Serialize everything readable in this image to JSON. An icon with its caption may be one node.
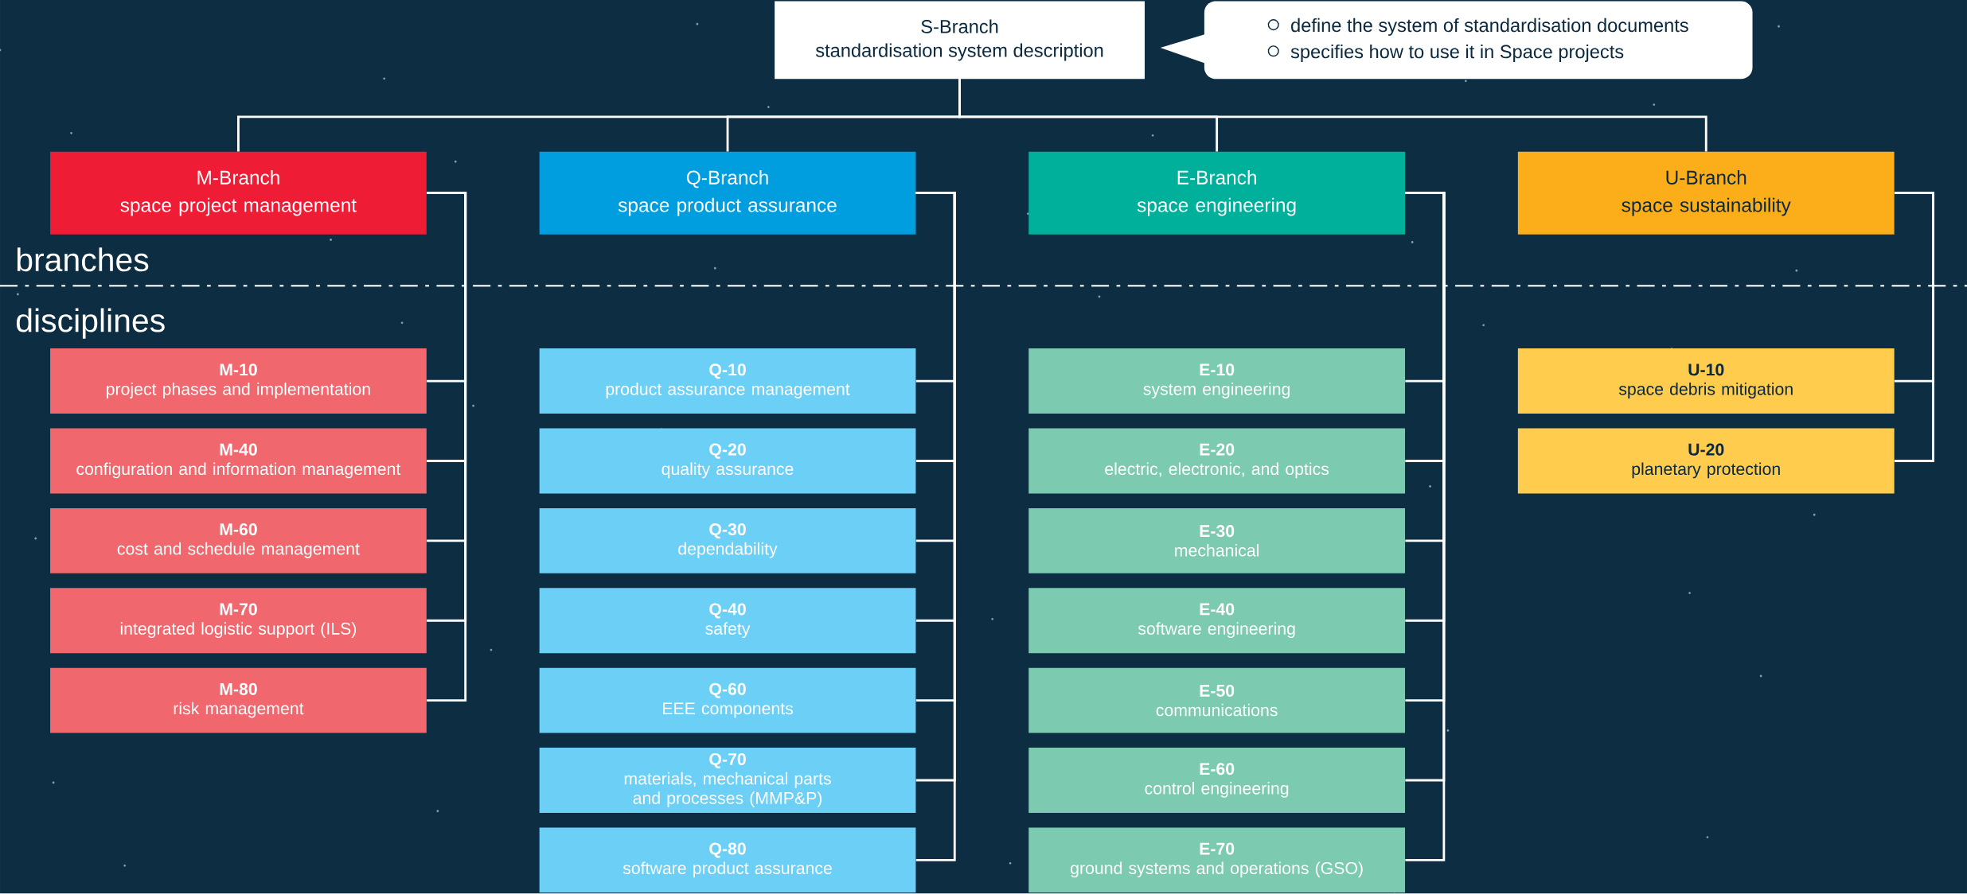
{
  "diagram": {
    "nodes": [
      {
        "text": [
          "S-Branch",
          "standardisation system description"
        ]
      },
      {
        "text": [
          "define the system of standardisation documents",
          "specifies how to use it in Space projects"
        ]
      },
      {
        "text": [
          "M-Branch",
          "space project management"
        ]
      },
      {
        "text": [
          "Q-Branch",
          "space product assurance"
        ]
      },
      {
        "text": [
          "E-Branch",
          "space engineering"
        ]
      },
      {
        "text": [
          "U-Branch",
          "space sustainability"
        ]
      },
      {
        "text": [
          "M-10",
          "project phases and implementation"
        ]
      },
      {
        "text": [
          "M-40",
          "configuration and information management"
        ]
      },
      {
        "text": [
          "M-60",
          "cost and schedule management"
        ]
      },
      {
        "text": [
          "M-70",
          "integrated logistic support (ILS)"
        ]
      },
      {
        "text": [
          "M-80",
          "risk management"
        ]
      },
      {
        "text": [
          "Q-10",
          "product assurance management"
        ]
      },
      {
        "text": [
          "Q-20",
          "quality assurance"
        ]
      },
      {
        "text": [
          "Q-30",
          "dependability"
        ]
      },
      {
        "text": [
          "Q-40",
          "safety"
        ]
      },
      {
        "text": [
          "Q-60",
          "EEE components"
        ]
      },
      {
        "text": [
          "Q-70",
          "materials, mechanical parts and processes (MMP&P)"
        ]
      },
      {
        "text": [
          "Q-80",
          "software product assurance"
        ]
      },
      {
        "text": [
          "E-10",
          "system engineering"
        ]
      },
      {
        "text": [
          "E-20",
          "electric, electronic, and optics"
        ]
      },
      {
        "text": [
          "E-30",
          "mechanical"
        ]
      },
      {
        "text": [
          "E-40",
          "software engineering"
        ]
      },
      {
        "text": [
          "E-50",
          "communications"
        ]
      },
      {
        "text": [
          "E-60",
          "control engineering"
        ]
      },
      {
        "text": [
          "E-70",
          "ground systems and operations (GSO)"
        ]
      },
      {
        "text": [
          "U-10",
          "space debris mitigation"
        ]
      },
      {
        "text": [
          "U-20",
          "planetary protection"
        ]
      }
    ],
    "edges": [
      {
        "from": 0,
        "to": 2,
        "arrow": "none"
      },
      {
        "from": 0,
        "to": 3,
        "arrow": "none"
      },
      {
        "from": 0,
        "to": 4,
        "arrow": "none"
      },
      {
        "from": 0,
        "to": 5,
        "arrow": "none"
      },
      {
        "from": 2,
        "to": 6,
        "arrow": "none"
      },
      {
        "from": 2,
        "to": 7,
        "arrow": "none"
      },
      {
        "from": 2,
        "to": 8,
        "arrow": "none"
      },
      {
        "from": 2,
        "to": 9,
        "arrow": "none"
      },
      {
        "from": 2,
        "to": 10,
        "arrow": "none"
      },
      {
        "from": 3,
        "to": 11,
        "arrow": "none"
      },
      {
        "from": 3,
        "to": 12,
        "arrow": "none"
      },
      {
        "from": 3,
        "to": 13,
        "arrow": "none"
      },
      {
        "from": 3,
        "to": 14,
        "arrow": "none"
      },
      {
        "from": 3,
        "to": 15,
        "arrow": "none"
      },
      {
        "from": 3,
        "to": 16,
        "arrow": "none"
      },
      {
        "from": 3,
        "to": 17,
        "arrow": "none"
      },
      {
        "from": 4,
        "to": 18,
        "arrow": "none"
      },
      {
        "from": 4,
        "to": 19,
        "arrow": "none"
      },
      {
        "from": 4,
        "to": 20,
        "arrow": "none"
      },
      {
        "from": 4,
        "to": 21,
        "arrow": "none"
      },
      {
        "from": 4,
        "to": 22,
        "arrow": "none"
      },
      {
        "from": 4,
        "to": 23,
        "arrow": "none"
      },
      {
        "from": 4,
        "to": 24,
        "arrow": "none"
      },
      {
        "from": 5,
        "to": 25,
        "arrow": "none"
      },
      {
        "from": 5,
        "to": 26,
        "arrow": "none"
      }
    ],
    "labels": [
      "branches",
      "disciplines"
    ]
  }
}
